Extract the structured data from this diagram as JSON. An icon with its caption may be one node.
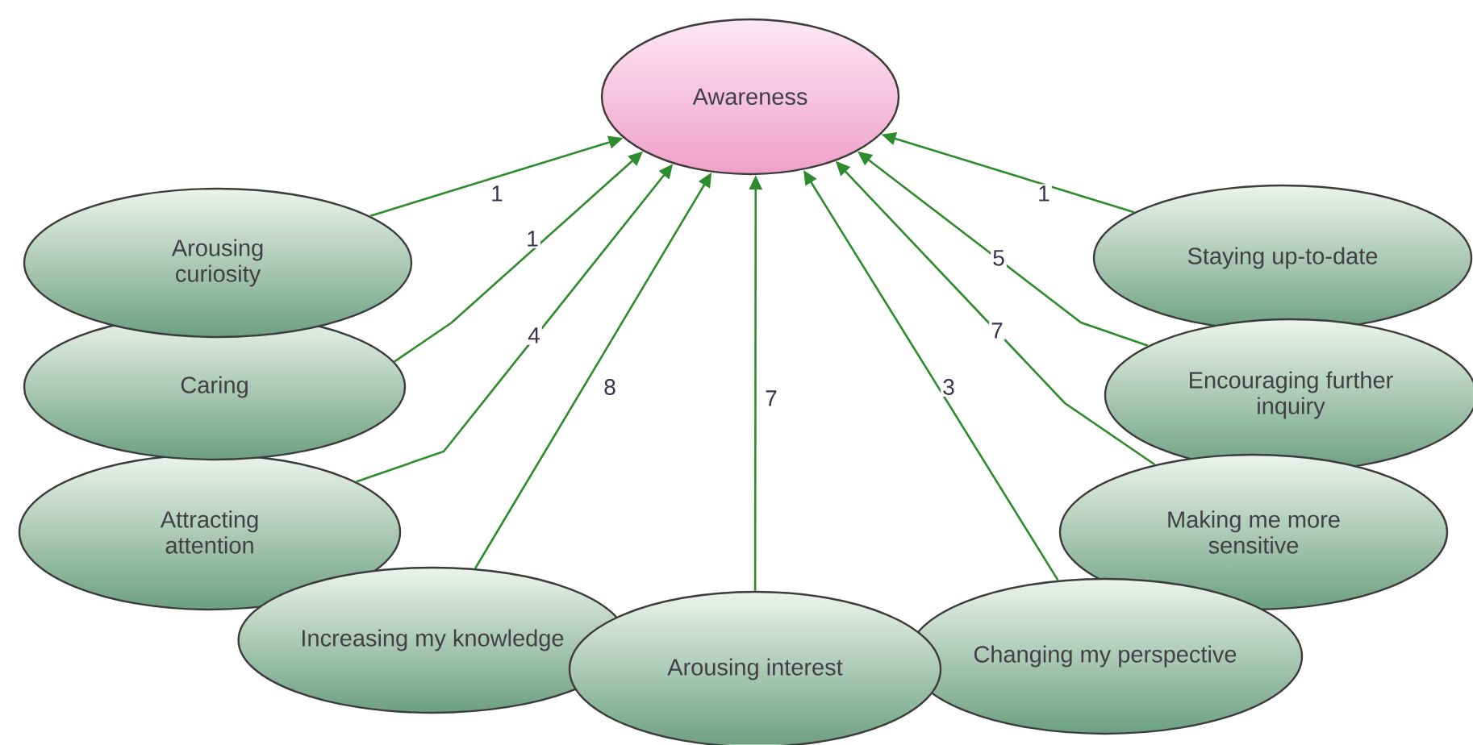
{
  "diagram": {
    "nodes": [
      {
        "text": [
          "Awareness"
        ]
      },
      {
        "text": [
          "Arousing curiosity"
        ]
      },
      {
        "text": [
          "Caring"
        ]
      },
      {
        "text": [
          "Attracting attention"
        ]
      },
      {
        "text": [
          "Increasing my knowledge"
        ]
      },
      {
        "text": [
          "Arousing interest"
        ]
      },
      {
        "text": [
          "Changing my perspective"
        ]
      },
      {
        "text": [
          "Making me more sensitive"
        ]
      },
      {
        "text": [
          "Encouraging further inquiry"
        ]
      },
      {
        "text": [
          "Staying up-to-date"
        ]
      }
    ],
    "edges": [
      {
        "from": 1,
        "to": 0,
        "arrow": "to",
        "label": "1"
      },
      {
        "from": 2,
        "to": 0,
        "arrow": "to",
        "label": "1"
      },
      {
        "from": 3,
        "to": 0,
        "arrow": "to",
        "label": "4"
      },
      {
        "from": 4,
        "to": 0,
        "arrow": "to",
        "label": "8"
      },
      {
        "from": 5,
        "to": 0,
        "arrow": "to",
        "label": "7"
      },
      {
        "from": 6,
        "to": 0,
        "arrow": "to",
        "label": "3"
      },
      {
        "from": 7,
        "to": 0,
        "arrow": "to",
        "label": "7"
      },
      {
        "from": 8,
        "to": 0,
        "arrow": "to",
        "label": "5"
      },
      {
        "from": 9,
        "to": 0,
        "arrow": "to",
        "label": "1"
      }
    ]
  }
}
